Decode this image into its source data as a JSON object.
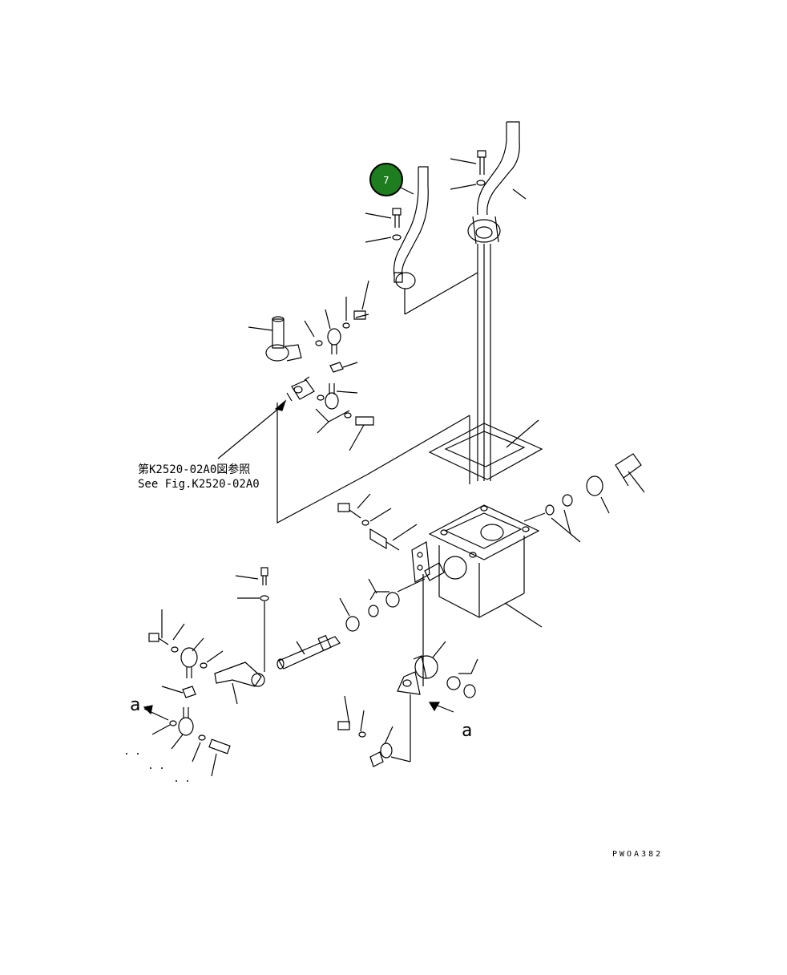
{
  "diagram": {
    "reference_note_jp": "第K2520-02A0図参照",
    "reference_note_en": "See Fig.K2520-02A0",
    "view_marker_left": "a",
    "view_marker_right": "a",
    "drawing_code": "PWOA382",
    "callout": {
      "number": "7",
      "color": "#1e7d1e"
    }
  }
}
